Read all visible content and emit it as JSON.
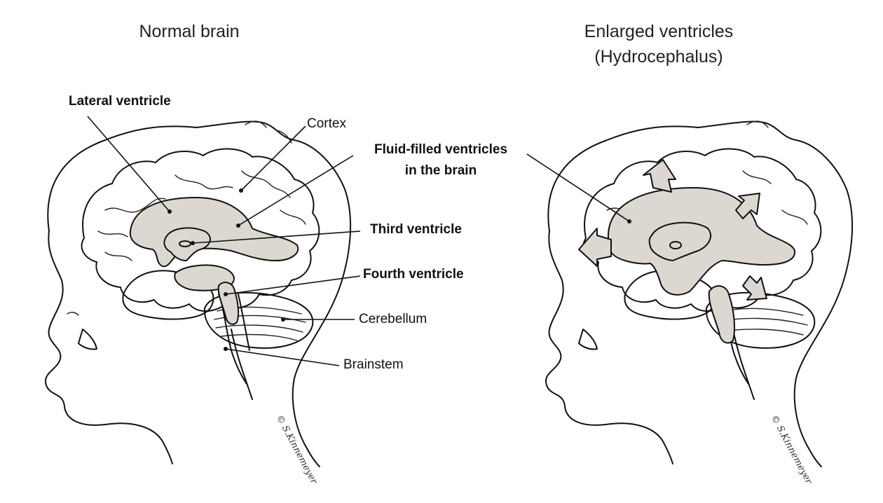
{
  "panels": {
    "left_title": "Normal brain",
    "right_title_line1": "Enlarged ventricles",
    "right_title_line2": "(Hydrocephalus)"
  },
  "labels": {
    "lateral_ventricle": "Lateral ventricle",
    "cortex": "Cortex",
    "fluid_filled_line1": "Fluid-filled ventricles",
    "fluid_filled_line2": "in the brain",
    "third_ventricle": "Third ventricle",
    "fourth_ventricle": "Fourth ventricle",
    "cerebellum": "Cerebellum",
    "brainstem": "Brainstem"
  },
  "signature": "© S.Kinnemeyer",
  "colors": {
    "ventricle_fill": "#dcd8d1",
    "line": "#111111"
  }
}
